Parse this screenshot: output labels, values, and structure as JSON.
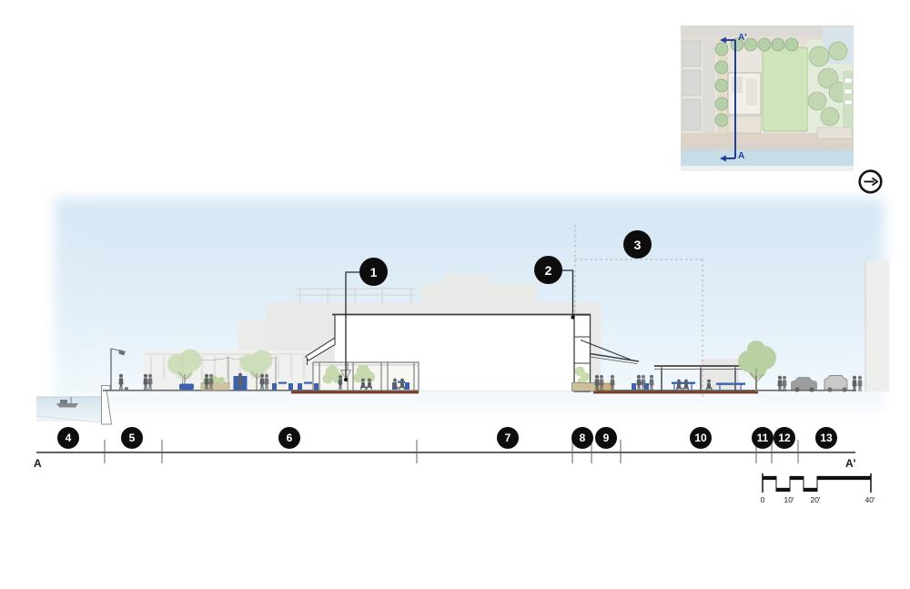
{
  "callouts": {
    "building": [
      {
        "label": "1"
      },
      {
        "label": "2"
      },
      {
        "label": "3"
      }
    ],
    "ground": [
      {
        "label": "4"
      },
      {
        "label": "5"
      },
      {
        "label": "6"
      },
      {
        "label": "7"
      },
      {
        "label": "8"
      },
      {
        "label": "9"
      },
      {
        "label": "10"
      },
      {
        "label": "11"
      },
      {
        "label": "12"
      },
      {
        "label": "13"
      }
    ]
  },
  "section_markers": {
    "start": "A",
    "end": "A'"
  },
  "inset_map": {
    "top_label": "A'",
    "bottom_label": "A"
  },
  "scale_bar": {
    "tick_labels": [
      "0",
      "10'",
      "20'",
      "40'"
    ]
  },
  "icons": {
    "compass": "arrow-right-icon",
    "section_cut": "section-line-arrows"
  },
  "colors": {
    "section_line_blue": "#1d3f9e",
    "callout_black": "#0d0d0d",
    "sky_blue": "#d9e9f5",
    "furniture_blue": "#3c62ae",
    "paving_brown": "#7c3d24",
    "tree_green": "#bcd4a2",
    "background_building_gray": "#e9e9e7"
  }
}
